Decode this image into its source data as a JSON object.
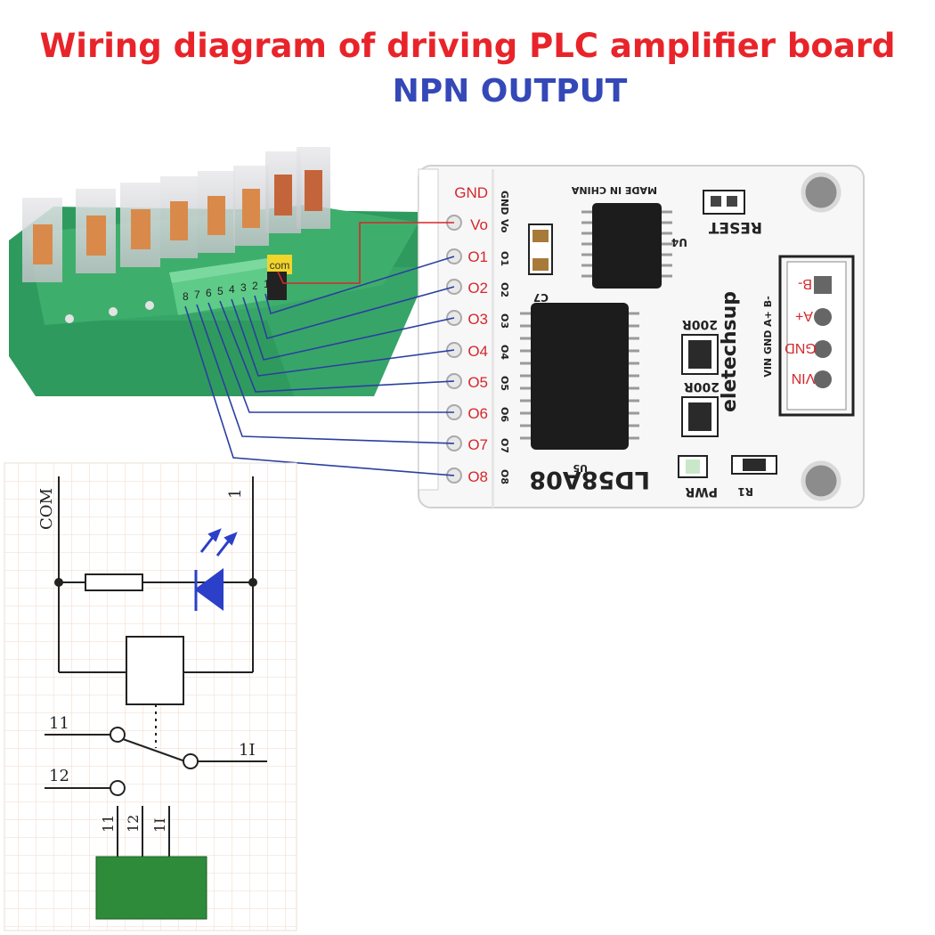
{
  "title": "Wiring diagram of driving PLC amplifier board",
  "subtitle": "NPN OUTPUT",
  "colors": {
    "title": "#e8242a",
    "subtitle": "#3548b8",
    "wire": "#2b3fa0",
    "wire_vo": "#d6262a",
    "pin_label": "#d6262a",
    "relay_board": "#3aa86a",
    "terminal_block": "#4fc27c",
    "chip": "#1c1c1c",
    "schematic_grid": "#f2d9c8",
    "led": "#2b3fc8",
    "relay_footprint": "#2e8b3a"
  },
  "relay_board": {
    "com_label": "com",
    "terminal_numbers": [
      "8",
      "7",
      "6",
      "5",
      "4",
      "3",
      "2",
      "1"
    ]
  },
  "controller_board": {
    "model": "LD58A08",
    "brand": "eletechsup",
    "made_in": "MADE IN CHINA",
    "reset_label": "RESET",
    "chip1_ref": "U4",
    "chip2_ref": "U5",
    "cap_ref": "C7",
    "resistor1_value": "200R",
    "resistor2_value": "200R",
    "pwr_label": "PWR",
    "r1_label": "R1",
    "left_pins_silk": [
      "GND",
      "Vo",
      "O1",
      "O2",
      "O3",
      "O4",
      "O5",
      "O6",
      "O7",
      "O8"
    ],
    "left_pins_red": [
      "GND",
      "Vo",
      "O1",
      "O2",
      "O3",
      "O4",
      "O5",
      "O6",
      "O7",
      "O8"
    ],
    "right_pins_silk": "VIN GND A+ B-",
    "right_pins_red": [
      "B-",
      "A+",
      "GND",
      "VIN"
    ]
  },
  "schematic": {
    "com_label": "COM",
    "pin1_label": "1",
    "pin11_label": "11",
    "pin12_label": "12",
    "pin1i_label": "1I",
    "foot_labels": [
      "11",
      "12",
      "1I"
    ]
  }
}
